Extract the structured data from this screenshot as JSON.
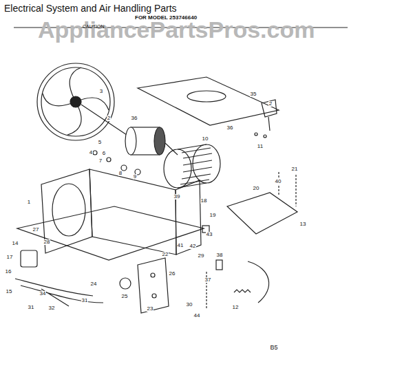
{
  "diagram": {
    "title": "Electrical System and Air Handling Parts",
    "labels": [
      "FOR MODEL 253746640",
      "CAUTION:",
      "AppliancePartsPros.com",
      "3",
      "35",
      "2",
      "36",
      "36",
      "2",
      "11",
      "10",
      "5",
      "6",
      "4",
      "7",
      "8",
      "9",
      "21",
      "40",
      "20",
      "1",
      "39",
      "18",
      "13",
      "19",
      "27",
      "28",
      "41",
      "42",
      "43",
      "14",
      "29",
      "38",
      "17",
      "22",
      "16",
      "26",
      "37",
      "24",
      "15",
      "34",
      "25",
      "31",
      "32",
      "31",
      "23",
      "30",
      "44",
      "12",
      "B5"
    ]
  }
}
